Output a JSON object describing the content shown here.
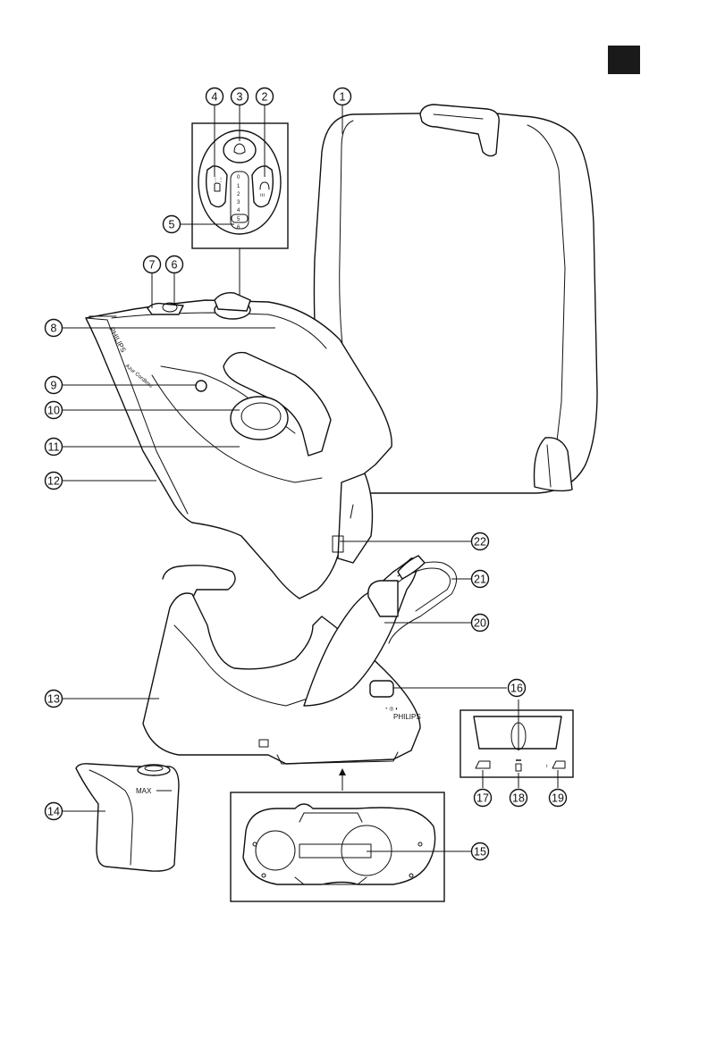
{
  "language_tab": {
    "color": "#1a1a1a"
  },
  "callouts": {
    "c1": "1",
    "c2": "2",
    "c3": "3",
    "c4": "4",
    "c5": "5",
    "c6": "6",
    "c7": "7",
    "c8": "8",
    "c9": "9",
    "c10": "10",
    "c11": "11",
    "c12": "12",
    "c13": "13",
    "c14": "14",
    "c15": "15",
    "c16": "16",
    "c17": "17",
    "c18": "18",
    "c19": "19",
    "c20": "20",
    "c21": "21",
    "c22": "22"
  },
  "iron_labels": {
    "brand": "PHILIPS",
    "model": "Azur Cordless"
  },
  "base_labels": {
    "brand": "PHILIPS"
  },
  "tank_labels": {
    "max": "MAX"
  },
  "steam_dial": {
    "settings": [
      "0",
      "1",
      "2",
      "3",
      "4",
      "5",
      "6"
    ]
  }
}
